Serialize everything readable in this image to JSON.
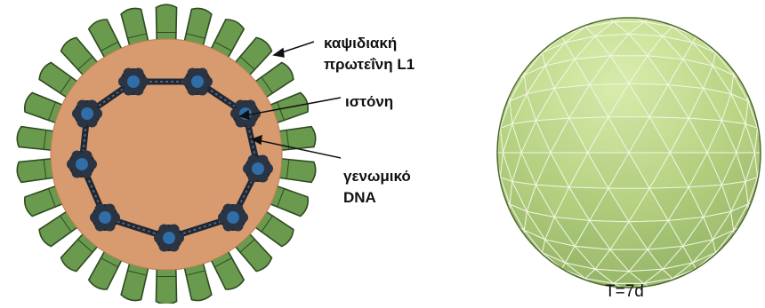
{
  "labels": {
    "capsid_protein_line1": "καψιδιακή",
    "capsid_protein_line2": "πρωτεΐνη L1",
    "histone": "ιστόνη",
    "genomic_dna_line1": "γενωμικό",
    "genomic_dna_line2": "DNA"
  },
  "model_caption": "T=7d",
  "colors": {
    "capsomer_fill": "#6a9a4e",
    "capsomer_stroke": "#2f4a22",
    "core_fill": "#d89a6f",
    "dna_strand": "#1f2733",
    "histone_center": "#2f6ea8",
    "sphere_light": "#dfe8c4",
    "sphere_mid": "#9ab86b",
    "sphere_dark": "#5f7f3c",
    "mesh_line": "#f2f6e6"
  }
}
